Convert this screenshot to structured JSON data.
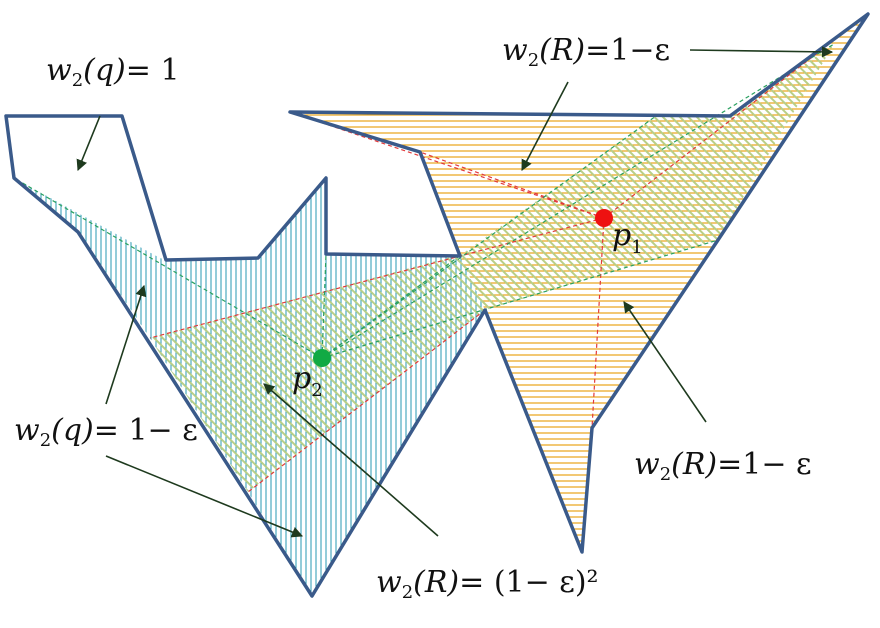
{
  "colors": {
    "outline": "#3a5a8a",
    "visible_q": "#2a9ab3",
    "visible_r": "#e8a317",
    "overlap": "#b8cf88",
    "dash_red": "#e23a3a",
    "dash_green": "#2aa060",
    "point_p1": "#ee1111",
    "point_p2": "#11aa44",
    "arrow": "#1e3a1e"
  },
  "labels": {
    "wq_one": {
      "w": "w",
      "sub": "2",
      "rest_italic": "(q)",
      "rest": "= 1"
    },
    "wr_top": {
      "w": "w",
      "sub": "2",
      "rest_italic": "(R)",
      "rest": "=1−ε"
    },
    "wq_eps": {
      "w": "w",
      "sub": "2",
      "rest_italic": "(q)",
      "rest": "= 1− ε"
    },
    "wr_right": {
      "w": "w",
      "sub": "2",
      "rest_italic": "(R)",
      "rest": "=1− ε"
    },
    "wr_bottom": {
      "w": "w",
      "sub": "2",
      "rest_italic": "(R)",
      "rest": "= (1− ε)²"
    }
  },
  "points": {
    "p1": {
      "name": "p",
      "sub": "1"
    },
    "p2": {
      "name": "p",
      "sub": "2"
    }
  }
}
